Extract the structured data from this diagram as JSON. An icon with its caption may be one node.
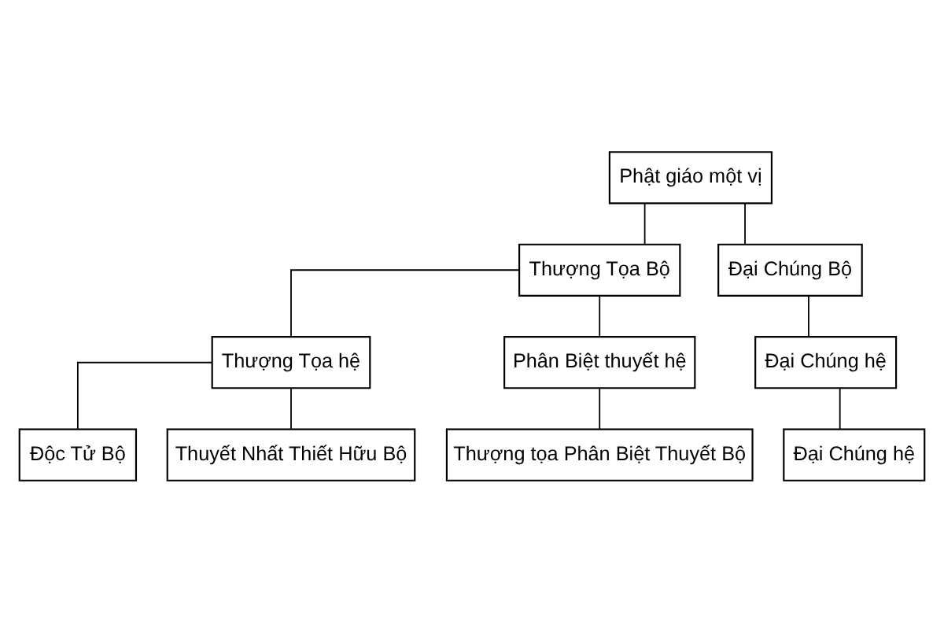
{
  "diagram": {
    "nodes": [
      {
        "text": [
          "Phật giáo một vị"
        ]
      },
      {
        "text": [
          "Thượng Tọa Bộ"
        ]
      },
      {
        "text": [
          "Đại Chúng Bộ"
        ]
      },
      {
        "text": [
          "Thượng Tọa hệ"
        ]
      },
      {
        "text": [
          "Phân Biệt thuyết hệ"
        ]
      },
      {
        "text": [
          "Đại Chúng hệ"
        ]
      },
      {
        "text": [
          "Độc Tử Bộ"
        ]
      },
      {
        "text": [
          "Thuyết Nhất Thiết Hữu Bộ"
        ]
      },
      {
        "text": [
          "Thượng tọa Phân Biệt Thuyết Bộ"
        ]
      },
      {
        "text": [
          "Đại Chúng hệ"
        ]
      }
    ],
    "edges": [
      {
        "from": 0,
        "to": 1,
        "arrow": "none"
      },
      {
        "from": 0,
        "to": 2,
        "arrow": "none"
      },
      {
        "from": 1,
        "to": 3,
        "arrow": "none"
      },
      {
        "from": 1,
        "to": 4,
        "arrow": "none"
      },
      {
        "from": 2,
        "to": 5,
        "arrow": "none"
      },
      {
        "from": 3,
        "to": 6,
        "arrow": "none"
      },
      {
        "from": 3,
        "to": 7,
        "arrow": "none"
      },
      {
        "from": 4,
        "to": 8,
        "arrow": "none"
      },
      {
        "from": 5,
        "to": 9,
        "arrow": "none"
      }
    ]
  }
}
